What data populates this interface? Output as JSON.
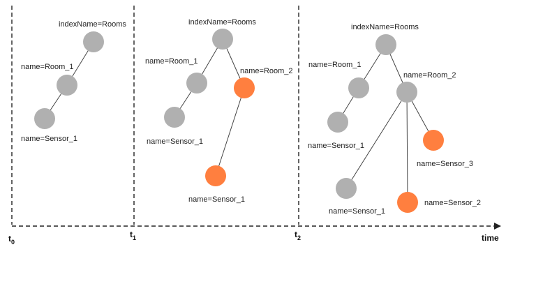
{
  "colors": {
    "node_existing": "#b0b0b0",
    "node_new": "#ff7f3f"
  },
  "timeline": {
    "ticks": [
      {
        "base": "t",
        "sub": "0"
      },
      {
        "base": "t",
        "sub": "1"
      },
      {
        "base": "t",
        "sub": "2"
      }
    ],
    "axis_label": "time"
  },
  "panels": [
    {
      "root_label": "indexName=Rooms",
      "room1_label": "name=Room_1",
      "sensor1_label": "name=Sensor_1"
    },
    {
      "root_label": "indexName=Rooms",
      "room1_label": "name=Room_1",
      "room2_label": "name=Room_2",
      "sensor1_label": "name=Sensor_1",
      "room2_sensor1_label": "name=Sensor_1"
    },
    {
      "root_label": "indexName=Rooms",
      "room1_label": "name=Room_1",
      "room2_label": "name=Room_2",
      "sensor1_label": "name=Sensor_1",
      "room2_sensor1_label": "name=Sensor_1",
      "sensor2_label": "name=Sensor_2",
      "sensor3_label": "name=Sensor_3"
    }
  ]
}
